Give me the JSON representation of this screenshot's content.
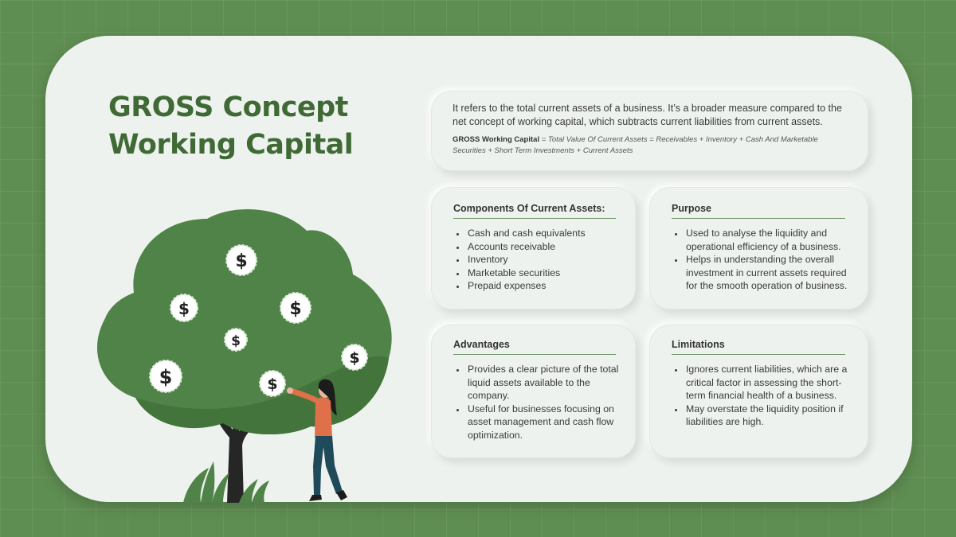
{
  "title": {
    "line1": "GROSS Concept",
    "line2": "Working Capital"
  },
  "intro": {
    "text": "It refers to the total current assets of a business. It’s a broader measure compared to the net concept of working capital, which subtracts current liabilities from current assets.",
    "formula_label": "GROSS Working Capital",
    "formula_text": " = Total Value Of Current Assets = Receivables + Inventory + Cash And Marketable Securities + Short Term Investments + Current Assets"
  },
  "components": {
    "heading": "Components Of Current Assets:",
    "items": [
      "Cash and cash equivalents",
      "Accounts receivable",
      "Inventory",
      "Marketable securities",
      "Prepaid expenses"
    ]
  },
  "purpose": {
    "heading": "Purpose",
    "items": [
      "Used to analyse the liquidity and operational efficiency of a business.",
      "Helps in understanding the overall investment in current assets required for the smooth operation of business."
    ]
  },
  "advantages": {
    "heading": "Advantages",
    "items": [
      "Provides a clear picture of the total liquid assets available to the company.",
      "Useful for businesses focusing on asset management and cash flow optimization."
    ]
  },
  "limitations": {
    "heading": "Limitations",
    "items": [
      "Ignores current liabilities, which are a critical factor in assessing the short-term financial health of a business.",
      "May overstate the liquidity position if liabilities are high."
    ]
  },
  "illustration": {
    "coin_symbol": "$"
  },
  "colors": {
    "background": "#5f8e52",
    "card": "#eef2ee",
    "title": "#3f6a35",
    "tree_canopy": "#4f8347",
    "trunk": "#262626",
    "shirt": "#e0704a",
    "pants": "#1f4a5a",
    "divider": "#6c9362"
  }
}
